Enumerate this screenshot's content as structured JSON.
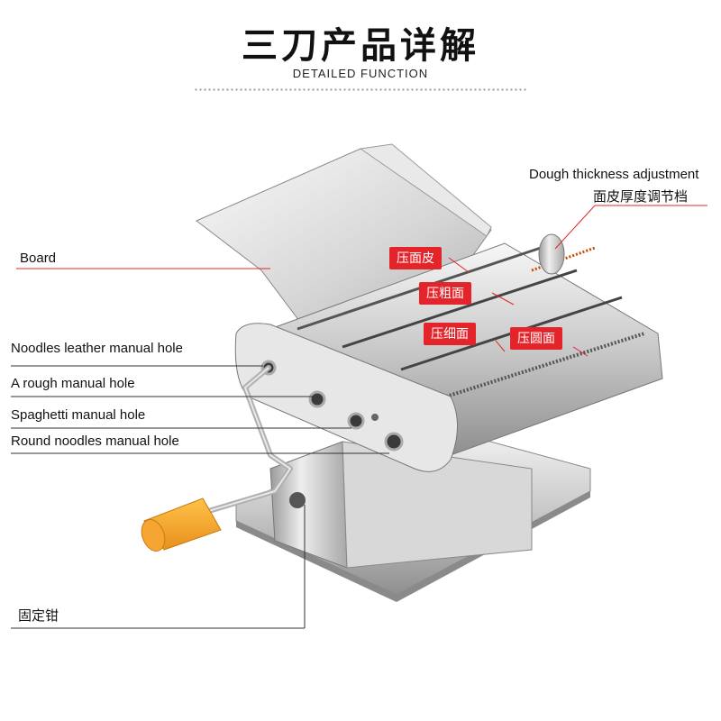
{
  "header": {
    "title": "三刀产品详解",
    "subtitle": "DETAILED FUNCTION"
  },
  "callouts": {
    "dough_thickness_en": "Dough thickness adjustment",
    "dough_thickness_cn": "面皮厚度调节档",
    "board": "Board",
    "noodles_leather_hole": "Noodles leather manual hole",
    "rough_hole": "A rough manual hole",
    "spaghetti_hole": "Spaghetti manual hole",
    "round_noodles_hole": "Round noodles manual hole",
    "clamp": "固定钳"
  },
  "tags": {
    "press_sheet": "压面皮",
    "press_rough": "压粗面",
    "press_thin": "压细面",
    "press_round": "压圆面"
  },
  "colors": {
    "tag_red": "#e4242b",
    "handle_orange": "#f5a623",
    "leader_line": "#e4242b"
  }
}
